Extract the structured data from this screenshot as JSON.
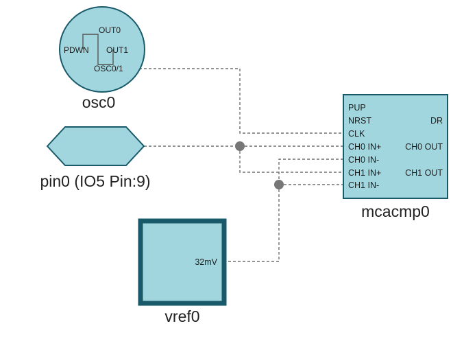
{
  "components": {
    "osc": {
      "name": "osc0",
      "pins": {
        "out0": "OUT0",
        "pdwn": "PDWN",
        "out1": "OUT1",
        "osc01": "OSC0/1"
      }
    },
    "pin": {
      "name": "pin0 (IO5 Pin:9)"
    },
    "mcacmp": {
      "name": "mcacmp0",
      "pins": {
        "pup": "PUP",
        "nrst": "NRST",
        "dr": "DR",
        "clk": "CLK",
        "ch0_in_pos": "CH0 IN+",
        "ch0_out": "CH0 OUT",
        "ch0_in_neg": "CH0 IN-",
        "ch1_in_pos": "CH1 IN+",
        "ch1_out": "CH1 OUT",
        "ch1_in_neg": "CH1 IN-"
      }
    },
    "vref": {
      "name": "vref0",
      "value": "32mV"
    }
  },
  "colors": {
    "component_fill": "#a1d6df",
    "component_border": "#195a6a",
    "wire": "#6f6f6f",
    "junction": "#777777",
    "label_text": "#222222"
  }
}
